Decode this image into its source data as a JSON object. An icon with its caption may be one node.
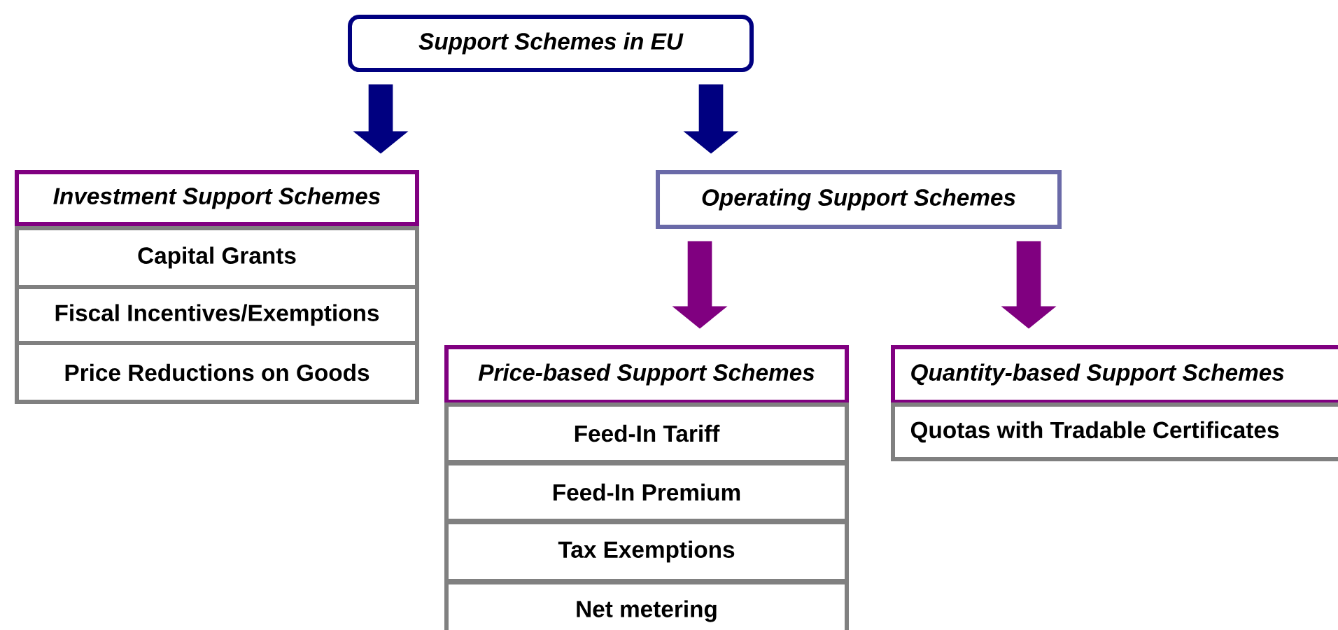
{
  "diagram": {
    "nodes": [
      {
        "text": [
          "Support Schemes in EU"
        ]
      },
      {
        "text": [
          "Investment Support Schemes"
        ]
      },
      {
        "text": [
          "Capital Grants"
        ]
      },
      {
        "text": [
          "Fiscal Incentives/Exemptions"
        ]
      },
      {
        "text": [
          "Price Reductions on Goods"
        ]
      },
      {
        "text": [
          "Operating Support Schemes"
        ]
      },
      {
        "text": [
          "Price-based Support Schemes"
        ]
      },
      {
        "text": [
          "Feed-In Tariff"
        ]
      },
      {
        "text": [
          "Feed-In Premium"
        ]
      },
      {
        "text": [
          "Tax Exemptions"
        ]
      },
      {
        "text": [
          "Net metering"
        ]
      },
      {
        "text": [
          "Quantity-based Support Schemes"
        ]
      },
      {
        "text": [
          "Quotas with Tradable Certificates"
        ]
      }
    ],
    "edges": [
      {
        "from": 0,
        "to": 1,
        "arrow": "to",
        "color": "#000080"
      },
      {
        "from": 0,
        "to": 5,
        "arrow": "to",
        "color": "#000080"
      },
      {
        "from": 5,
        "to": 6,
        "arrow": "to",
        "color": "#800080"
      },
      {
        "from": 5,
        "to": 11,
        "arrow": "to",
        "color": "#800080"
      }
    ]
  }
}
